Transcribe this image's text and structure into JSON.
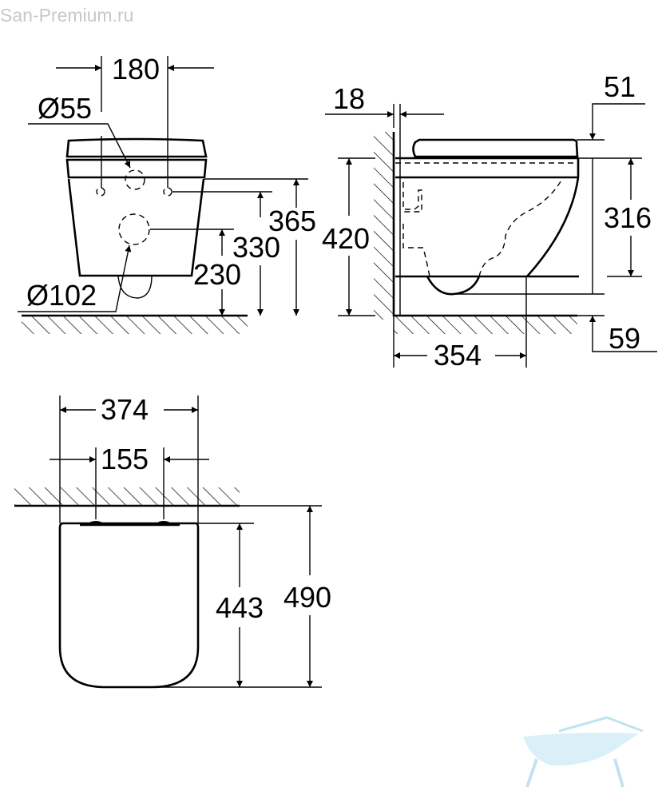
{
  "watermark": "San-Premium.ru",
  "front_view": {
    "width_between_bolts": "180",
    "inlet_diameter": "Ø55",
    "outlet_diameter": "Ø102",
    "height_rim": "365",
    "height_bolts": "330",
    "height_outlet": "230"
  },
  "side_view": {
    "wall_gap": "18",
    "seat_thickness": "51",
    "total_height": "420",
    "bowl_height": "316",
    "bottom_clearance": "59",
    "projection": "354"
  },
  "top_view": {
    "total_width": "374",
    "bolt_distance": "155",
    "seat_length": "443",
    "total_length": "490"
  },
  "colors": {
    "line": "#000000",
    "watermark": "#c8c8c8",
    "logo": "#a8d8ea"
  }
}
